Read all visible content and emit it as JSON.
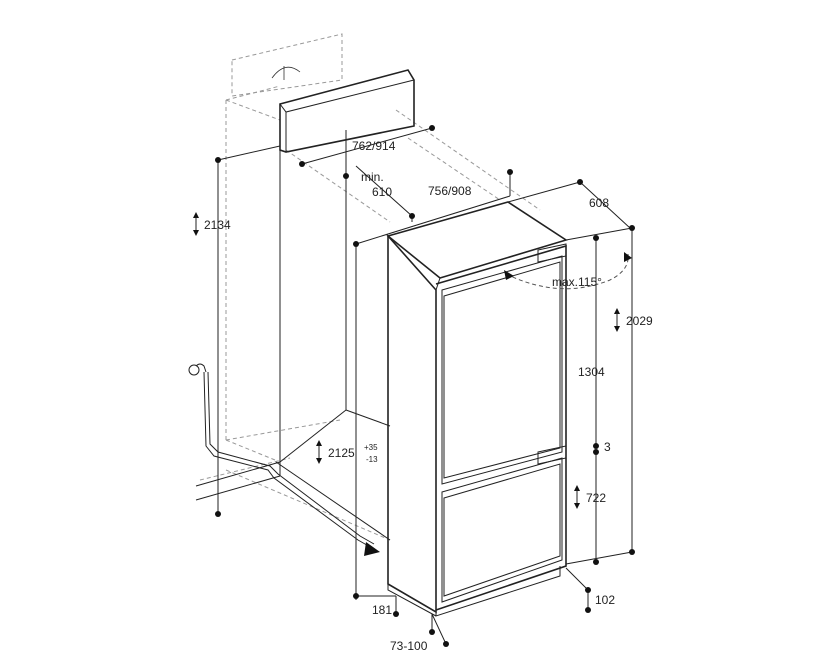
{
  "dimensions": {
    "height_2134": "2134",
    "width_762_914": "762/914",
    "min_label": "min.",
    "depth_610": "610",
    "width_756_908": "756/908",
    "depth_608": "608",
    "angle_max": "max.115°",
    "height_2029": "2029",
    "height_1304": "1304",
    "gap_3": "3",
    "height_2125": "2125",
    "tol_plus": "+35",
    "tol_minus": "-13",
    "height_722": "722",
    "offset_181": "181",
    "range_73_100": "73-100",
    "depth_102": "102"
  }
}
